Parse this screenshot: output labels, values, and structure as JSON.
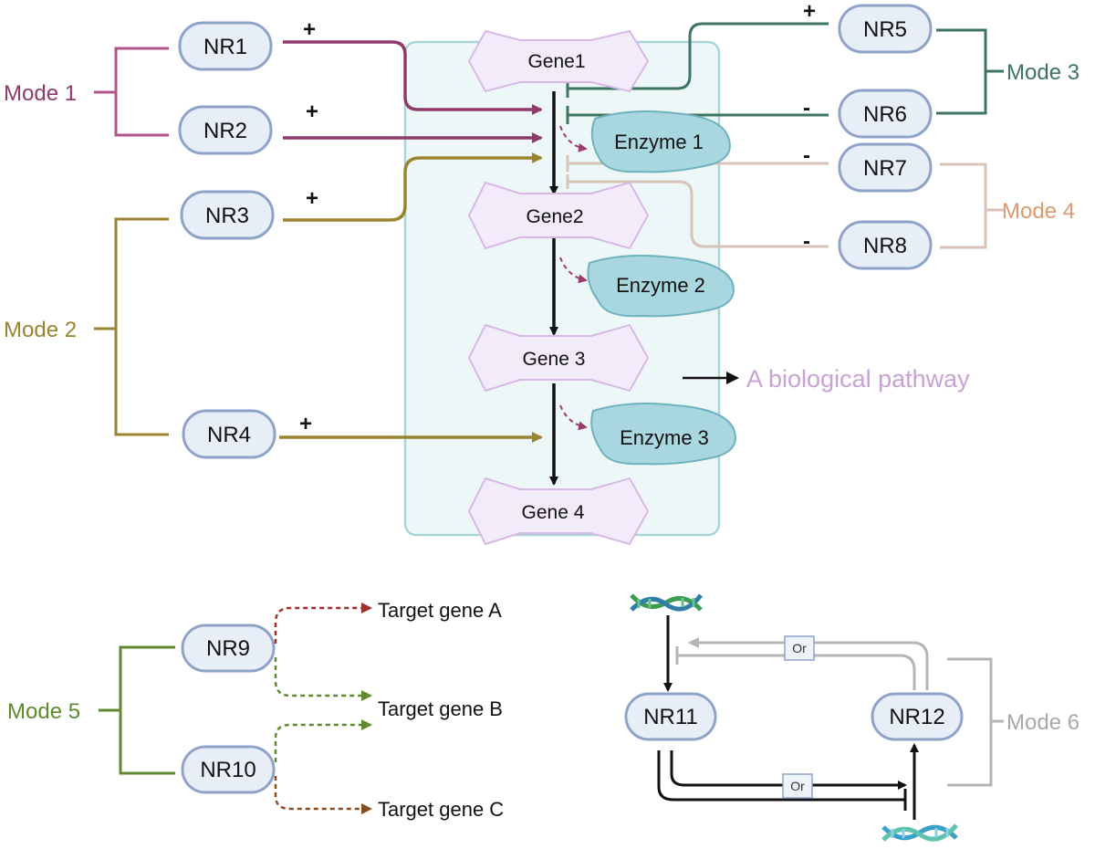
{
  "diagram": {
    "nodes": {
      "nr1": "NR1",
      "nr2": "NR2",
      "nr3": "NR3",
      "nr4": "NR4",
      "nr5": "NR5",
      "nr6": "NR6",
      "nr7": "NR7",
      "nr8": "NR8",
      "nr9": "NR9",
      "nr10": "NR10",
      "nr11": "NR11",
      "nr12": "NR12"
    },
    "genes": {
      "g1": "Gene1",
      "g2": "Gene2",
      "g3": "Gene 3",
      "g4": "Gene 4"
    },
    "enzymes": {
      "e1": "Enzyme 1",
      "e2": "Enzyme 2",
      "e3": "Enzyme 3"
    },
    "modes": {
      "m1": "Mode 1",
      "m2": "Mode 2",
      "m3": "Mode 3",
      "m4": "Mode 4",
      "m5": "Mode 5",
      "m6": "Mode 6"
    },
    "signs": {
      "nr1": "+",
      "nr2": "+",
      "nr3": "+",
      "nr4": "+",
      "nr5": "+",
      "nr6": "-",
      "nr7": "-",
      "nr8": "-"
    },
    "pathway_label": "A biological pathway",
    "targets": {
      "a": "Target gene A",
      "b": "Target gene B",
      "c": "Target gene C"
    },
    "or_label": "Or",
    "colors": {
      "mode1": "#8e3a6b",
      "mode2": "#9a8430",
      "mode3": "#3d7561",
      "mode4": "#d8c3b8",
      "mode4_text": "#dc9a6c",
      "mode5": "#5f8a30",
      "mode6": "#b5b5b5",
      "pathway": "#c9a2d4",
      "node_fill": "#e8eef7",
      "node_stroke": "#8fa3c9",
      "gene_fill": "#f2ecfa",
      "gene_stroke": "#d8b8e8",
      "enzyme_fill": "#a9d7df",
      "box_fill": "#eef7f8",
      "box_stroke": "#a8d5d6",
      "red": "#a0302e",
      "brown": "#8a4b1e"
    }
  }
}
